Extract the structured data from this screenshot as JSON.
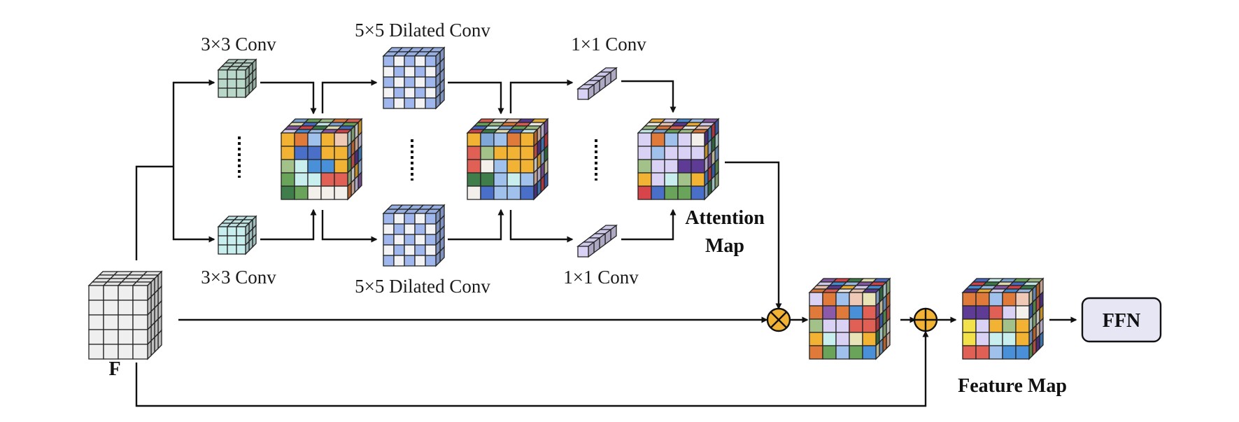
{
  "labels": {
    "conv3_top": "3×3 Conv",
    "conv3_bot": "3×3 Conv",
    "dil_top": "5×5 Dilated Conv",
    "dil_bot": "5×5 Dilated Conv",
    "conv1_top": "1×1 Conv",
    "conv1_bot": "1×1 Conv",
    "attention_1": "Attention",
    "attention_2": "Map",
    "input": "F",
    "feature_map": "Feature Map",
    "ffn": "FFN"
  },
  "colors": {
    "line": "#111111",
    "operator_fill": "#f2b234",
    "ffn_fill": "#e6e6f5",
    "conv3_top_fill": "#b9d8c9",
    "conv3_bot_fill": "#c9eeee",
    "dilated_on": "#9fb7ec",
    "conv1_fill": "#d9d2f4",
    "input_fill": "#efefef"
  },
  "icons": [
    "multiply-operator-icon",
    "add-operator-icon",
    "arrow-icon",
    "ellipsis-icon"
  ]
}
